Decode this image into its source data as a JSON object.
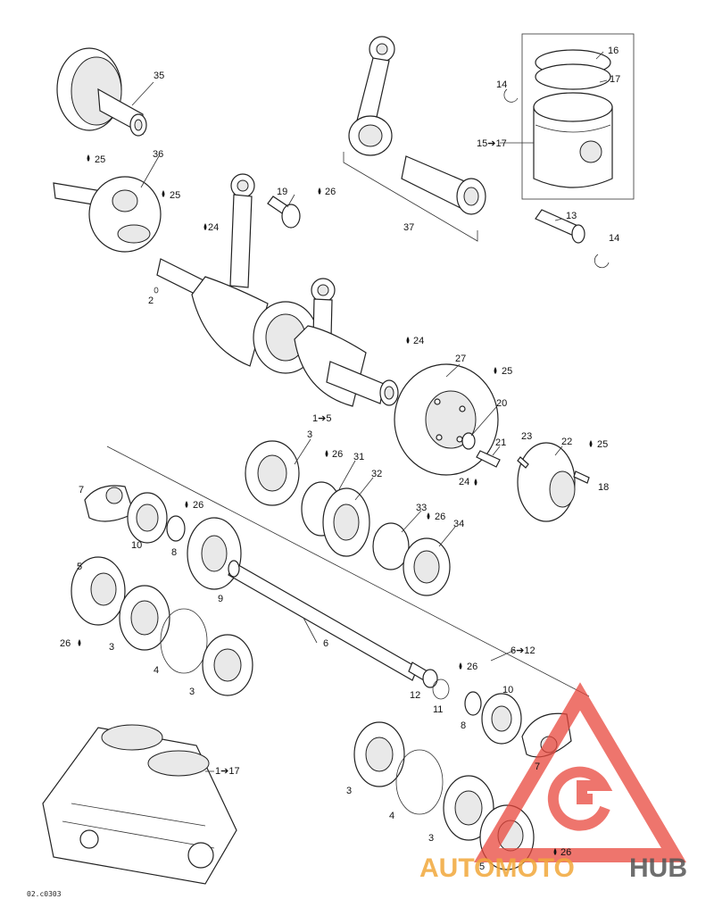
{
  "labels": {
    "l35": "35",
    "l25a": "25",
    "l36": "36",
    "l25b": "25",
    "l24a": "24",
    "l2": "2",
    "l19": "19",
    "l26a": "26",
    "l37": "37",
    "l14a": "14",
    "l16": "16",
    "l17": "17",
    "l15_17": "15➔17",
    "l13": "13",
    "l14b": "14",
    "l24b": "24",
    "l27": "27",
    "l25c": "25",
    "l20": "20",
    "l1_5": "1➔5",
    "l3a": "3",
    "l26b": "26",
    "l31": "31",
    "l32": "32",
    "l21": "21",
    "l23": "23",
    "l22": "22",
    "l25d": "25",
    "l24c": "24",
    "l18": "18",
    "l7a": "7",
    "l26c": "26",
    "l10a": "10",
    "l8a": "8",
    "l9": "9",
    "l33": "33",
    "l26d": "26",
    "l34": "34",
    "l5a": "5",
    "l26e": "26",
    "l3b": "3",
    "l4a": "4",
    "l6": "6",
    "l3c": "3",
    "l6_12": "6➔12",
    "l26f": "26",
    "l12": "12",
    "l11": "11",
    "l10b": "10",
    "l8b": "8",
    "l7b": "7",
    "l1_17": "1➔17",
    "l3d": "3",
    "l4b": "4",
    "l3e": "3",
    "l26g": "26",
    "l5b": "5"
  },
  "diagram_code": "02.c0303",
  "watermark": {
    "part1": "AUTOMOTO",
    "part2": "HUB",
    "accent": "#e8473c",
    "secondary": "#f2a83a",
    "dark": "#555555"
  }
}
